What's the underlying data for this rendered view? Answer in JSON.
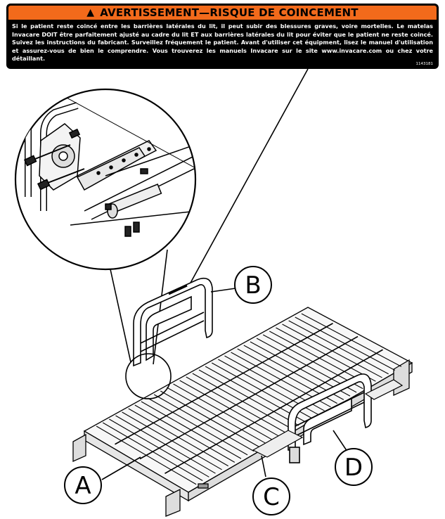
{
  "warning": {
    "title": "AVERTISSEMENT—RISQUE DE COINCEMENT",
    "body": "Si le patient reste coincé entre les barrières latérales du lit, il peut subir des blessures graves, voire mortelles. Le matelas Invacare DOIT être parfaitement ajusté au cadre du lit ET aux barrières latérales du lit pour éviter que le patient ne reste coincé. Suivez les instructions du fabricant. Surveillez fréquement le patient. Avant d'utiliser cet équipment, lisez le manuel d'utilisation et assurez-vous de bien le comprendre. Vous trouverez les manuels Invacare sur le site www.invacare.com ou chez votre détaillant.",
    "code": "1143181",
    "colors": {
      "header": "#f26a1b",
      "background": "#000000",
      "text": "#ffffff"
    }
  },
  "callouts": {
    "a": "A",
    "b": "B",
    "c": "C",
    "d": "D"
  },
  "icons": {
    "warning_icon": "warning-triangle"
  }
}
